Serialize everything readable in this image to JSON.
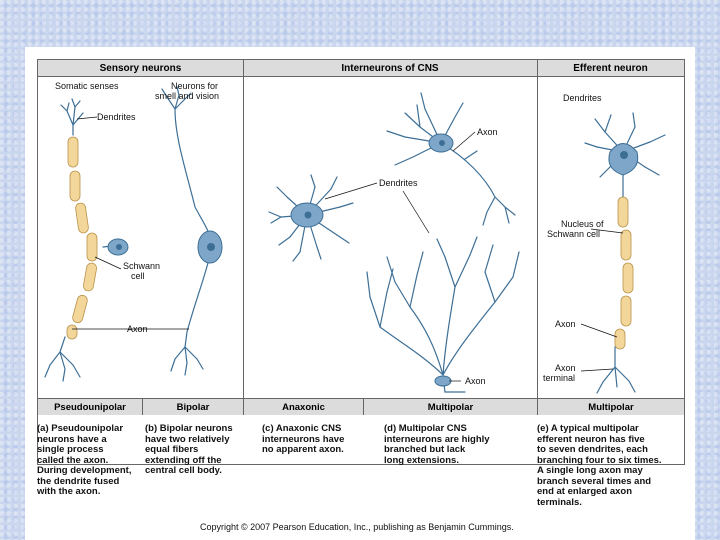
{
  "headers": {
    "sensory": "Sensory neurons",
    "interneurons": "Interneurons of CNS",
    "efferent": "Efferent neuron"
  },
  "labels": {
    "somatic_senses": "Somatic senses",
    "neurons_for": "Neurons for",
    "smell_vision": "smell and vision",
    "dendrites_a": "Dendrites",
    "schwann_cell": "Schwann",
    "schwann_cell2": "cell",
    "axon_a": "Axon",
    "axon_c": "Axon",
    "dendrites_c": "Dendrites",
    "axon_d": "Axon",
    "dendrites_e": "Dendrites",
    "nucleus_of": "Nucleus of",
    "schwann_cell_e": "Schwann cell",
    "axon_e": "Axon",
    "axon_terminal": "Axon",
    "axon_terminal2": "terminal"
  },
  "footers": {
    "a": "Pseudounipolar",
    "b": "Bipolar",
    "c": "Anaxonic",
    "d": "Multipolar",
    "e": "Multipolar"
  },
  "captions": {
    "a": "(a) Pseudounipolar\n     neurons have a\n     single process\n     called the axon.\n     During development,\n     the dendrite fused\n     with the axon.",
    "b": "(b) Bipolar neurons\n     have two relatively\n     equal fibers\n     extending off the\n     central cell body.",
    "c": "(c) Anaxonic CNS\n     interneurons have\n     no apparent axon.",
    "d": "(d) Multipolar CNS\n     interneurons are highly\n     branched but lack\n     long extensions.",
    "e": "(e) A typical multipolar\n     efferent neuron has five\n     to seven dendrites, each\n     branching four to six times.\n     A single long axon may\n     branch several times and\n     end at enlarged axon\n     terminals."
  },
  "copyright": "Copyright © 2007 Pearson Education, Inc., publishing as Benjamin Cummings.",
  "colors": {
    "neuron": "#7ea6c8",
    "neuron_dark": "#3d6f96",
    "myelin": "#f3d79a",
    "myelin_edge": "#b9924a",
    "panel_gray": "#dcdcdc"
  }
}
